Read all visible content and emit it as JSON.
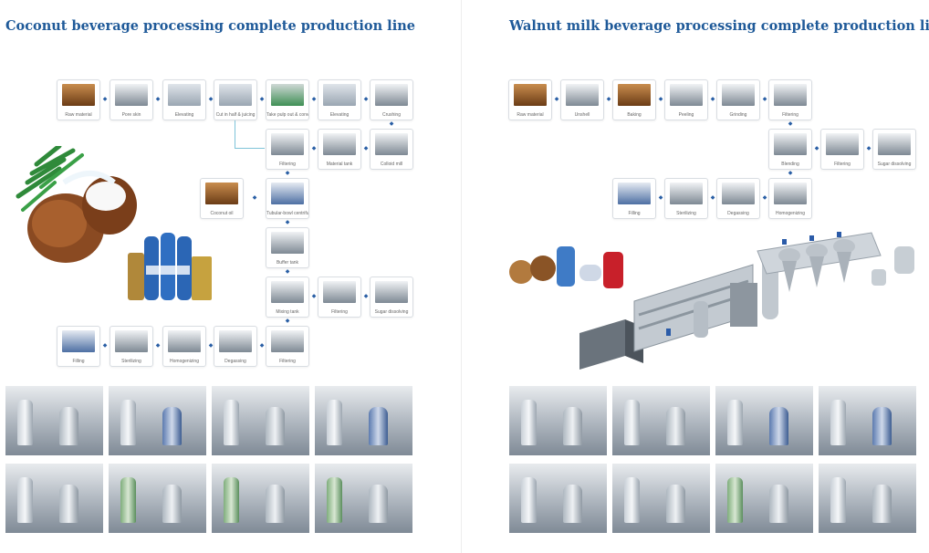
{
  "left": {
    "title": "Coconut beverage processing complete production line",
    "steps": {
      "raw_material": "Raw material",
      "pore_skin": "Pore skin",
      "elevating1": "Elevating",
      "cut_half": "Cut in half & juicing",
      "take_pulp": "Take pulp out & convey",
      "elevating2": "Elevating",
      "crushing": "Crushing",
      "filtering1": "Filtering",
      "material_tank": "Material tank",
      "colloid_mill": "Colloid mill",
      "coconut_oil": "Coconut oil",
      "centrifuge": "Tubular-bowl centrifuge",
      "buffer_tank": "Buffer tank",
      "mixing_tank": "Mixing tank",
      "filtering2": "Filtering",
      "sugar_dissolving": "Sugar dissolving",
      "filling": "Filling",
      "sterilizing": "Sterilizing",
      "homogenizing": "Homogenizing",
      "degassing": "Degassing",
      "filtering3": "Filtering"
    }
  },
  "right": {
    "title": "Walnut milk beverage processing complete production line",
    "steps": {
      "raw_material": "Raw material",
      "unshell": "Unshell",
      "baking": "Baking",
      "peeling": "Peeling",
      "grinding": "Grinding",
      "filtering1": "Filtering",
      "blending": "Blending",
      "filtering2": "Filtering",
      "sugar_dissolving": "Sugar dissolving",
      "filling": "Filling",
      "sterilizing": "Sterilizing",
      "degassing": "Degassing",
      "homogenizing": "Homogenizing"
    }
  },
  "colors": {
    "title": "#1f5a99",
    "arrow": "#2a5fa5",
    "connector": "#7ec3d8"
  },
  "icons": {
    "arrow": "right-arrow-icon"
  }
}
